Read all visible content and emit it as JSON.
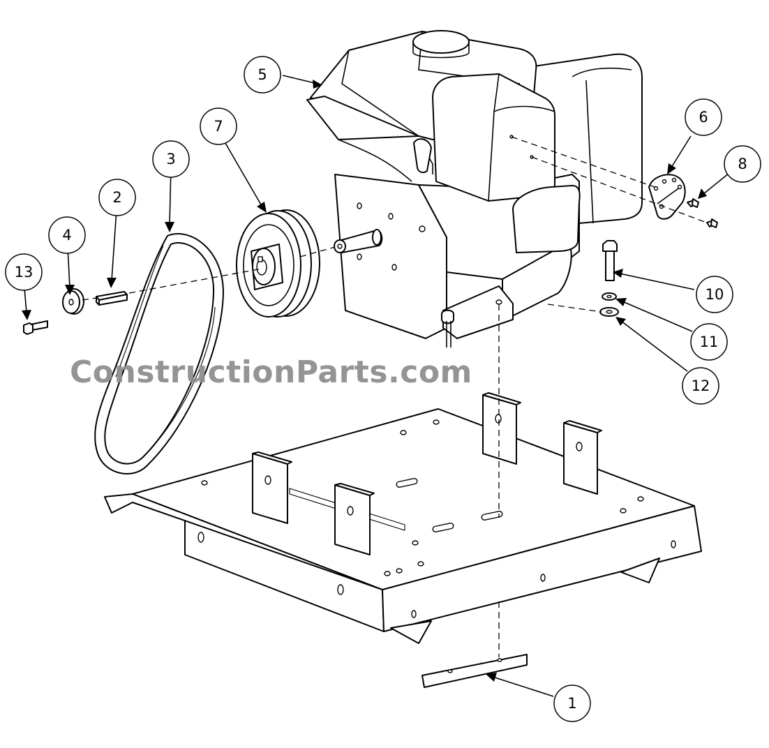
{
  "watermark": "ConstructionParts.com",
  "callouts": [
    {
      "id": "1",
      "label": "1"
    },
    {
      "id": "2",
      "label": "2"
    },
    {
      "id": "3",
      "label": "3"
    },
    {
      "id": "4",
      "label": "4"
    },
    {
      "id": "5",
      "label": "5"
    },
    {
      "id": "6",
      "label": "6"
    },
    {
      "id": "7",
      "label": "7"
    },
    {
      "id": "8",
      "label": "8"
    },
    {
      "id": "10",
      "label": "10"
    },
    {
      "id": "11",
      "label": "11"
    },
    {
      "id": "12",
      "label": "12"
    },
    {
      "id": "13",
      "label": "13"
    }
  ]
}
